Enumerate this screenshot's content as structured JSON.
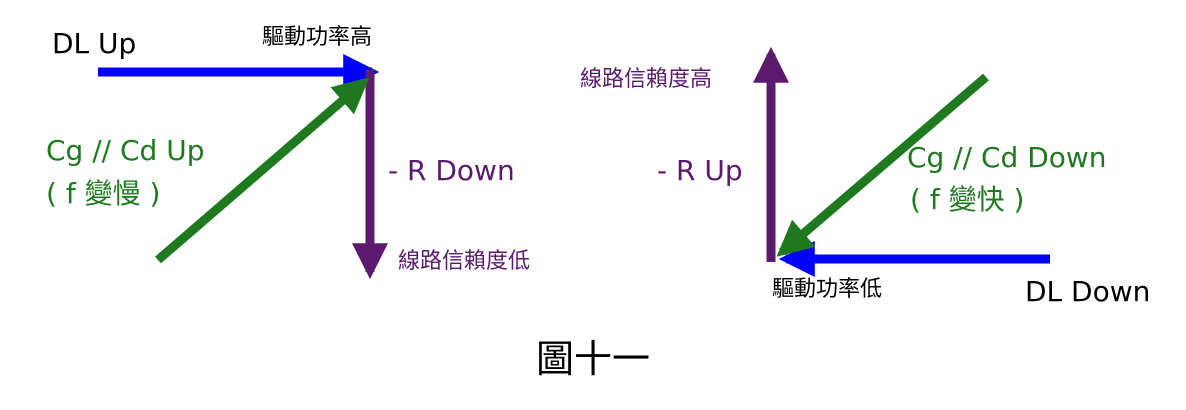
{
  "colors": {
    "dl": "#0000ff",
    "r": "#5b1a6e",
    "cg": "#1f7a1f",
    "text": "#000000"
  },
  "left": {
    "dl_label": "DL Up",
    "power_label": "驅動功率高",
    "cg_label": "Cg // Cd Up",
    "f_label": "( f 變慢 )",
    "r_label": "- R Down",
    "reliability_label": "線路信賴度低"
  },
  "right": {
    "reliability_label": "線路信賴度高",
    "r_label": "- R Up",
    "cg_label": "Cg // Cd Down",
    "f_label": "( f 變快 )",
    "power_label": "驅動功率低",
    "dl_label": "DL Down"
  },
  "caption": "圖十一"
}
